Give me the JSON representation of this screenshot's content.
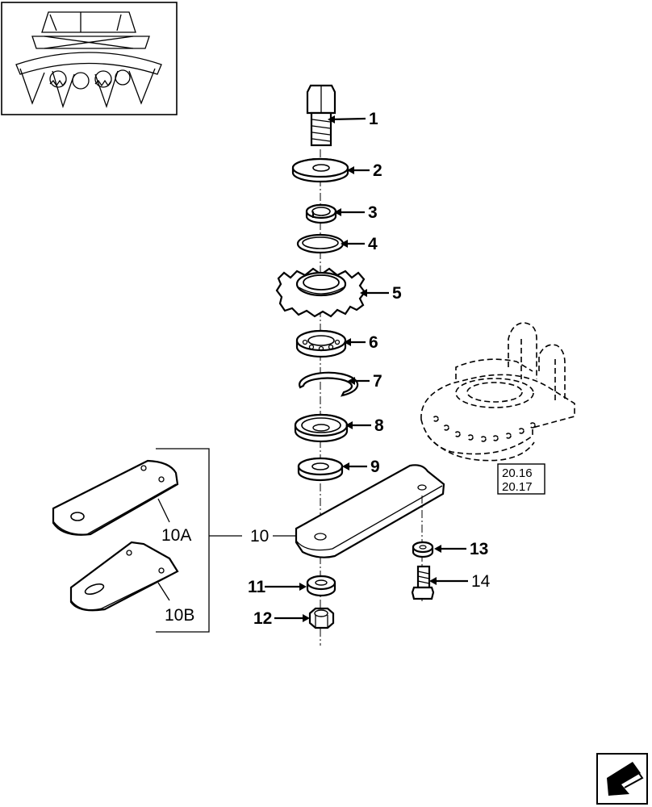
{
  "diagram": {
    "callouts": [
      {
        "id": "c1",
        "label": "1"
      },
      {
        "id": "c2",
        "label": "2"
      },
      {
        "id": "c3",
        "label": "3"
      },
      {
        "id": "c4",
        "label": "4"
      },
      {
        "id": "c5",
        "label": "5"
      },
      {
        "id": "c6",
        "label": "6"
      },
      {
        "id": "c7",
        "label": "7"
      },
      {
        "id": "c8",
        "label": "8"
      },
      {
        "id": "c9",
        "label": "9"
      },
      {
        "id": "c10",
        "label": "10"
      },
      {
        "id": "c10a",
        "label": "10A"
      },
      {
        "id": "c10b",
        "label": "10B"
      },
      {
        "id": "c11",
        "label": "11"
      },
      {
        "id": "c12",
        "label": "12"
      },
      {
        "id": "c13",
        "label": "13"
      },
      {
        "id": "c14",
        "label": "14"
      }
    ],
    "reference_box": {
      "line1": "20.16",
      "line2": "20.17"
    },
    "icons": {
      "thumbnail": "machine-overview-thumbnail",
      "nav": "next-page-arrow-icon"
    }
  }
}
